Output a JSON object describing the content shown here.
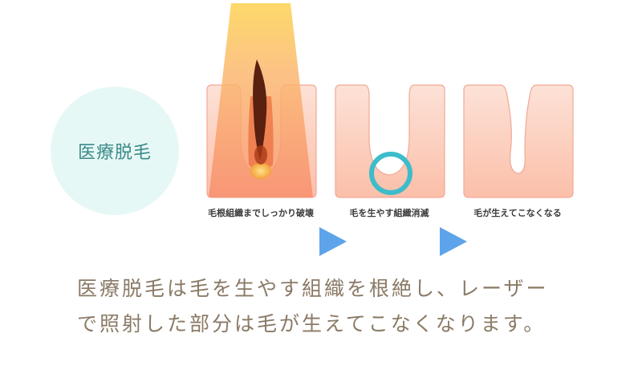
{
  "badge": {
    "label": "医療脱毛"
  },
  "steps": [
    {
      "caption": "毛根組織までしっかり破壊",
      "icon": "hair-follicle-laser-icon"
    },
    {
      "caption": "毛を生やす組織消滅",
      "icon": "follicle-highlight-icon"
    },
    {
      "caption": "毛が生えてこなくなる",
      "icon": "empty-follicle-icon"
    }
  ],
  "description": {
    "line1": "医療脱毛は毛を生やす組織を根絶し、レーザー",
    "line2": "で照射した部分は毛が生えてこなくなります。"
  },
  "colors": {
    "skin": "#fbd0c1",
    "skin_edge": "#f2a896",
    "laser_top": "#fdd04a",
    "laser_bottom": "#f78d6b",
    "hair": "#5a2010",
    "highlight_ring": "#3dbccb",
    "arrow": "#5da4ea",
    "badge_bg": "#e6f8f6",
    "badge_text": "#3a8a89",
    "description_text": "#8a7a66"
  }
}
